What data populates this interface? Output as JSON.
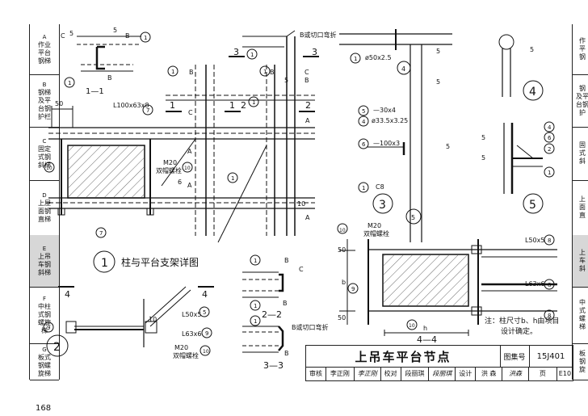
{
  "sidebar_left": [
    {
      "code": "A",
      "label": "作业\n平台\n钢梯"
    },
    {
      "code": "B",
      "label": "钢梯\n及平\n台钢\n护栏"
    },
    {
      "code": "C",
      "label": "固定\n式钢\n斜梯"
    },
    {
      "code": "D",
      "label": "上屋\n面钢\n直梯"
    },
    {
      "code": "E",
      "label": "上吊\n车钢\n斜梯"
    },
    {
      "code": "F",
      "label": "中柱\n式钢\n螺旋\n梯"
    },
    {
      "code": "G",
      "label": "板式\n钢螺\n旋梯"
    }
  ],
  "sidebar_right": [
    {
      "label": "作\n平\n钢"
    },
    {
      "label": "钢\n及平\n台钢\n护"
    },
    {
      "label": "固\n式\n斜"
    },
    {
      "label": "上\n面\n直"
    },
    {
      "label": "上\n车\n斜"
    },
    {
      "label": "中\n式\n螺\n梯"
    },
    {
      "label": "板\n钢\n旋"
    }
  ],
  "detail1": {
    "number": "1",
    "title": "柱与平台支架详图",
    "profile": "L100x63x8",
    "bolt_label": "M20\n双帽螺栓",
    "dim_50": "50",
    "section_1_1": "1—1",
    "callouts": {
      "c1": "1",
      "c7": "7",
      "c10": "10",
      "c6": "6"
    },
    "cut_labels": {
      "sec1": "1",
      "sec2": "2",
      "sec3": "3"
    },
    "abc": {
      "a": "A",
      "b": "B",
      "c": "C"
    },
    "weld_5": "5",
    "weld_6": "6",
    "weld_10": "10",
    "notch_text": "B或切口弯折"
  },
  "detail2_2": {
    "label": "2—2",
    "c": "C",
    "b": "B",
    "one": "1"
  },
  "detail3_3": {
    "label": "3—3",
    "b": "B",
    "one": "1",
    "notch": "B或切口弯折"
  },
  "detail2": {
    "number": "2",
    "cut_label": "4",
    "callouts": {
      "c9": "9",
      "c5": "5",
      "c10": "10"
    },
    "l50": "L50x5",
    "l63": "L63x6",
    "bolt": "M20\n双帽螺栓",
    "weld": "10"
  },
  "detail3": {
    "number": "3",
    "items": [
      {
        "callout": "1",
        "text": "ø50x2.5"
      },
      {
        "callout": "5",
        "text": "—30x4"
      },
      {
        "callout": "4",
        "text": "ø33.5x3.25"
      },
      {
        "callout": "6",
        "text": "—100x3"
      },
      {
        "callout": "1",
        "text": "C8"
      }
    ],
    "circle4": "4",
    "circle5": "5",
    "weld": "5"
  },
  "detail4": {
    "number": "4",
    "weld": "5"
  },
  "detail5": {
    "number": "5",
    "callouts": [
      "4",
      "6",
      "2",
      "1"
    ],
    "weld": "5"
  },
  "detail4_4": {
    "label": "4—4",
    "bolt": "M20\n双帽螺栓",
    "l50": "L50x5",
    "l63": "L63x6",
    "callouts": {
      "c10": "10",
      "c9": "9",
      "c8": "8"
    },
    "dim_b": "b",
    "dim_h": "h",
    "dim_50": "50"
  },
  "note": "注：柱尺寸b、h由项目\n设计确定。",
  "title_block": {
    "title": "上吊车平台节点",
    "code_label": "图集号",
    "code": "15J401",
    "row": [
      "审核",
      "李正刚",
      "李正刚",
      "校对",
      "段丽琪",
      "段丽琪",
      "设计",
      "洪  森",
      "洪森",
      "页",
      "E10"
    ]
  },
  "page_number": "168"
}
